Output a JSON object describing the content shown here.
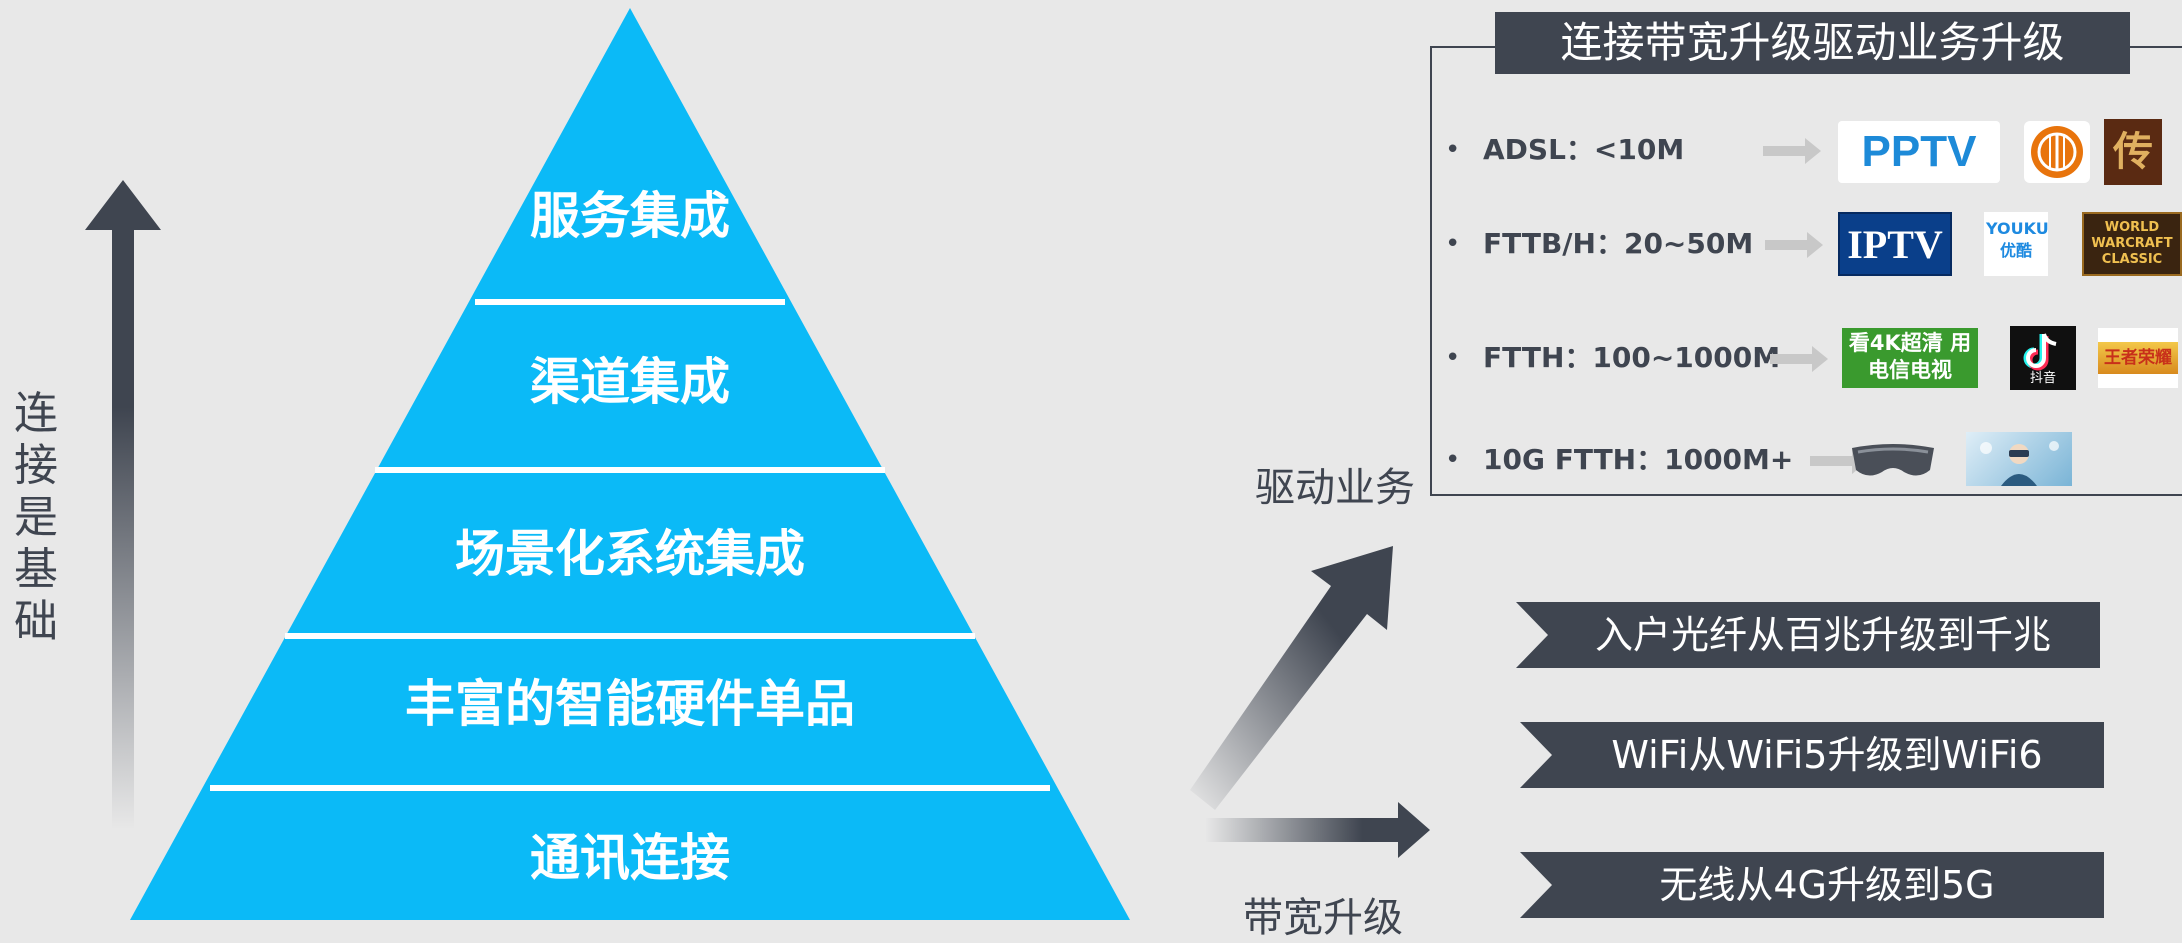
{
  "left_label": "连接是基础",
  "pyramid": {
    "layers": [
      "服务集成",
      "渠道集成",
      "场景化系统集成",
      "丰富的智能硬件单品",
      "通讯连接"
    ],
    "color": "#0bbaf7"
  },
  "middle": {
    "drive_label": "驱动业务",
    "bandwidth_label": "带宽升级"
  },
  "business": {
    "title": "连接带宽升级驱动业务升级",
    "rows": [
      {
        "label": "ADSL：<10M",
        "logos": [
          "PPTV",
          "",
          "传"
        ]
      },
      {
        "label": "FTTB/H：20~50M",
        "logos": [
          "IPTV",
          "YOUKU 优酷",
          "WORLD WARCRAFT CLASSIC"
        ]
      },
      {
        "label": "FTTH：100~1000M",
        "logos": [
          "看4K超清 用电信电视",
          "抖音",
          "王者荣耀"
        ]
      },
      {
        "label": "10G FTTH：1000M+",
        "logos": [
          "",
          ""
        ]
      }
    ]
  },
  "bandwidth": [
    "入户光纤从百兆升级到千兆",
    "WiFi从WiFi5升级到WiFi6",
    "无线从4G升级到5G"
  ],
  "colors": {
    "dark": "#3f4550",
    "background": "#e8e8e8",
    "accent": "#0bbaf7"
  }
}
